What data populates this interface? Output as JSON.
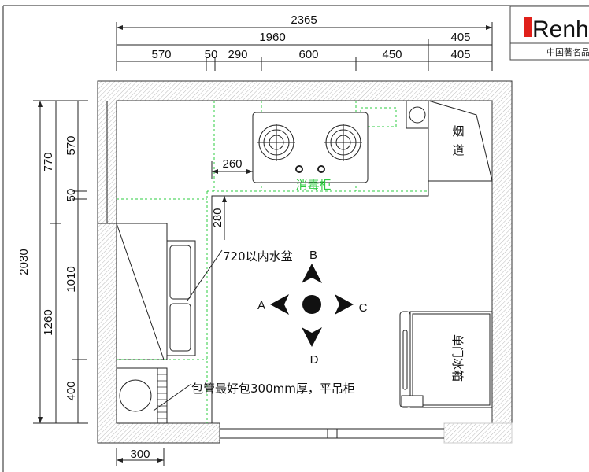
{
  "logo": {
    "brand": "Renh",
    "tagline": "中国著名品",
    "accent": "#e0201a"
  },
  "dimensions": {
    "top": {
      "total": "2365",
      "main": "1960",
      "right": "405",
      "segments": [
        "570",
        "50",
        "290",
        "600",
        "450",
        "405"
      ]
    },
    "left": {
      "total": "2030",
      "upper": "770",
      "lower": "1260",
      "segments": [
        "570",
        "50",
        "1010",
        "400"
      ]
    },
    "inner": {
      "hob_offset": "260",
      "counter_depth": "280",
      "pipe_width": "300"
    }
  },
  "labels": {
    "disinfection_cabinet": "消毒柜",
    "flue": [
      "烟",
      "道"
    ],
    "fridge": "单门冰箱",
    "sink_note": "720以内水盆",
    "pipe_note": "包管最好包300mm厚，平吊柜"
  },
  "compass": {
    "up": "B",
    "left": "A",
    "right": "C",
    "down": "D"
  },
  "colors": {
    "guide": "#2ecc40",
    "line": "#222222"
  }
}
